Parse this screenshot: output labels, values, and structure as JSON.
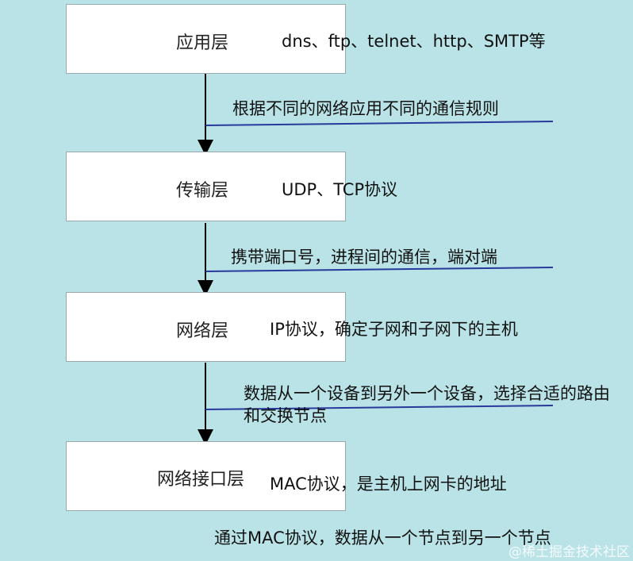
{
  "layers": [
    {
      "name": "应用层",
      "protocols": "dns、ftp、telnet、http、SMTP等"
    },
    {
      "name": "传输层",
      "protocols": "UDP、TCP协议"
    },
    {
      "name": "网络层",
      "protocols": "IP协议，确定子网和子网下的主机"
    },
    {
      "name": "网络接口层",
      "protocols": "MAC协议，是主机上网卡的地址"
    }
  ],
  "connectors": [
    "根据不同的网络应用不同的通信规则",
    "携带端口号，进程间的通信，端对端",
    "数据从一个设备到另外一个设备，选择合适的路由和交换节点"
  ],
  "footer": "通过MAC协议，数据从一个节点到另一个节点",
  "watermark": "@稀土掘金技术社区",
  "colors": {
    "background": "#b9e3e6",
    "box": "#ffffff",
    "arrow": "#000000",
    "underline": "#2a3a9c"
  }
}
